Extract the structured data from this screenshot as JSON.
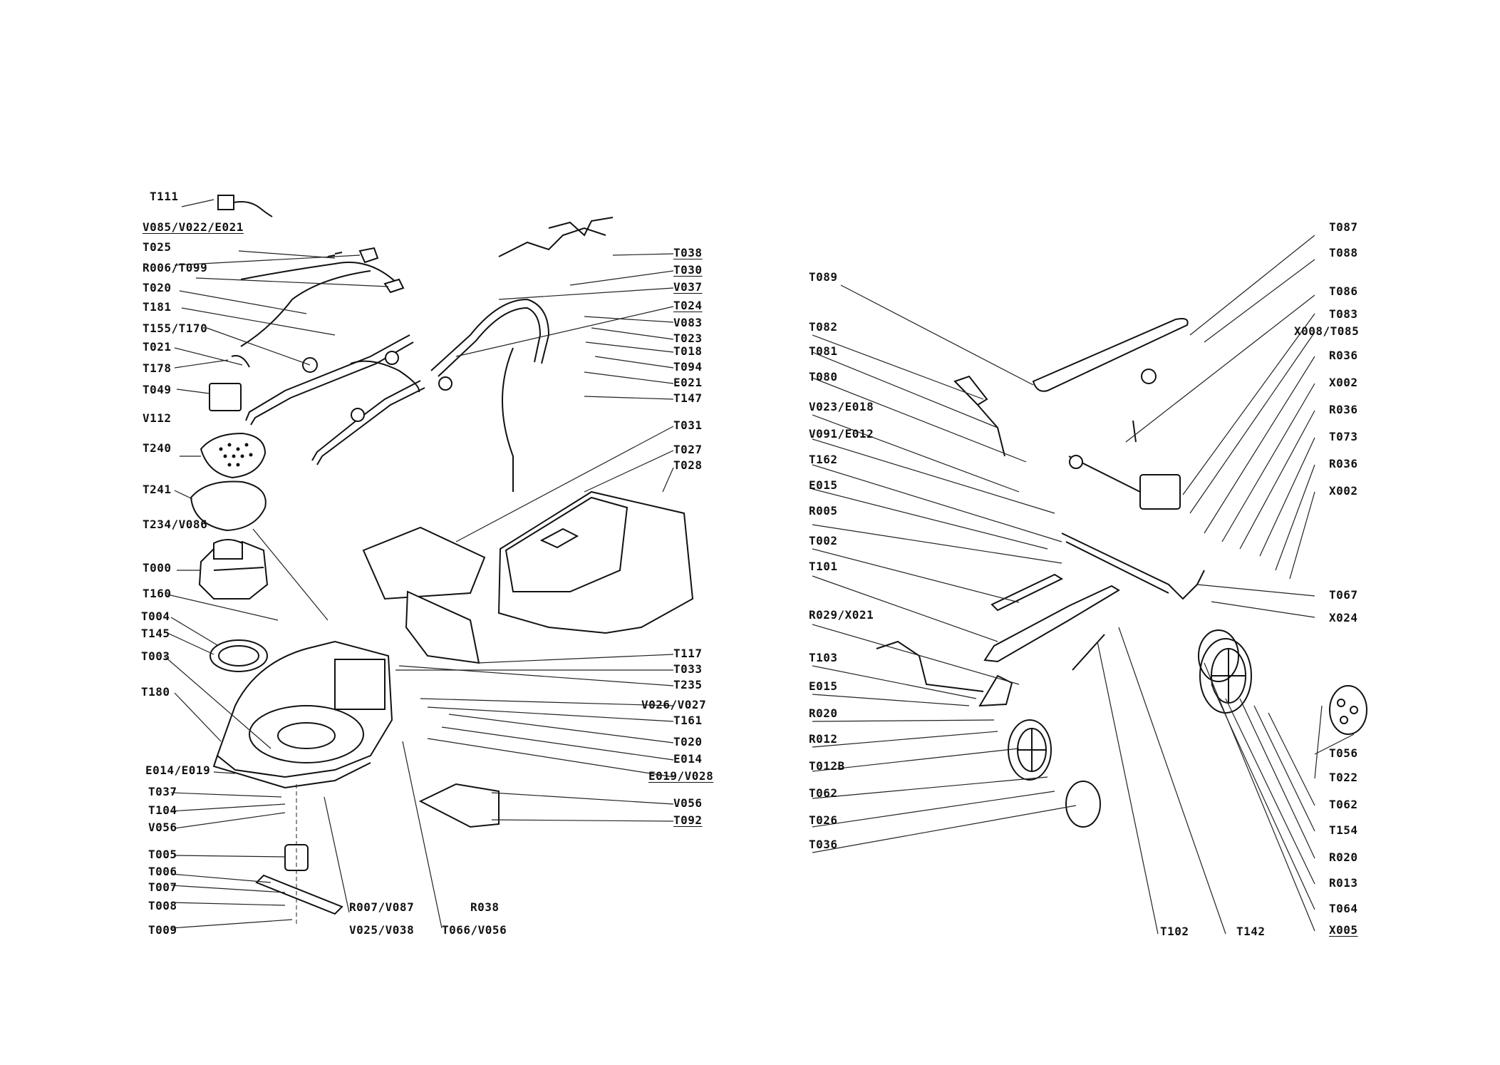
{
  "left_labels": [
    "T111",
    "V085/V022/E021",
    "T025",
    "R006/T099",
    "T020",
    "T181",
    "T155/T170",
    "T021",
    "T178",
    "T049",
    "V112",
    "T240",
    "T241",
    "T234/V086",
    "T000",
    "T160",
    "T004",
    "T145",
    "T003",
    "T180",
    "E014/E019",
    "T037",
    "T104",
    "V056",
    "T005",
    "T006",
    "T007",
    "T008",
    "T009"
  ],
  "center_labels": [
    "T038",
    "T030",
    "V037",
    "T024",
    "V083",
    "T023",
    "T018",
    "T094",
    "E021",
    "T147",
    "T031",
    "T027",
    "T028",
    "T117",
    "T033",
    "T235",
    "V026/V027",
    "T161",
    "T020",
    "E014",
    "E019/V028",
    "V056",
    "T092",
    "R007/V087",
    "V025/V038",
    "R038",
    "T066/V056"
  ],
  "right_left_labels": [
    "T089",
    "T082",
    "T081",
    "T080",
    "V023/E018",
    "V091/E012",
    "T162",
    "E015",
    "R005",
    "T002",
    "T101",
    "R029/X021",
    "T103",
    "E015",
    "R020",
    "R012",
    "T012B",
    "T062",
    "T026",
    "T036"
  ],
  "right_right_labels": [
    "T087",
    "T088",
    "T086",
    "T083",
    "X008/T085",
    "R036",
    "X002",
    "R036",
    "T073",
    "R036",
    "X002",
    "T067",
    "X024",
    "T056",
    "T022",
    "T062",
    "T154",
    "R020",
    "R013",
    "T064",
    "X005",
    "T102",
    "T142"
  ]
}
